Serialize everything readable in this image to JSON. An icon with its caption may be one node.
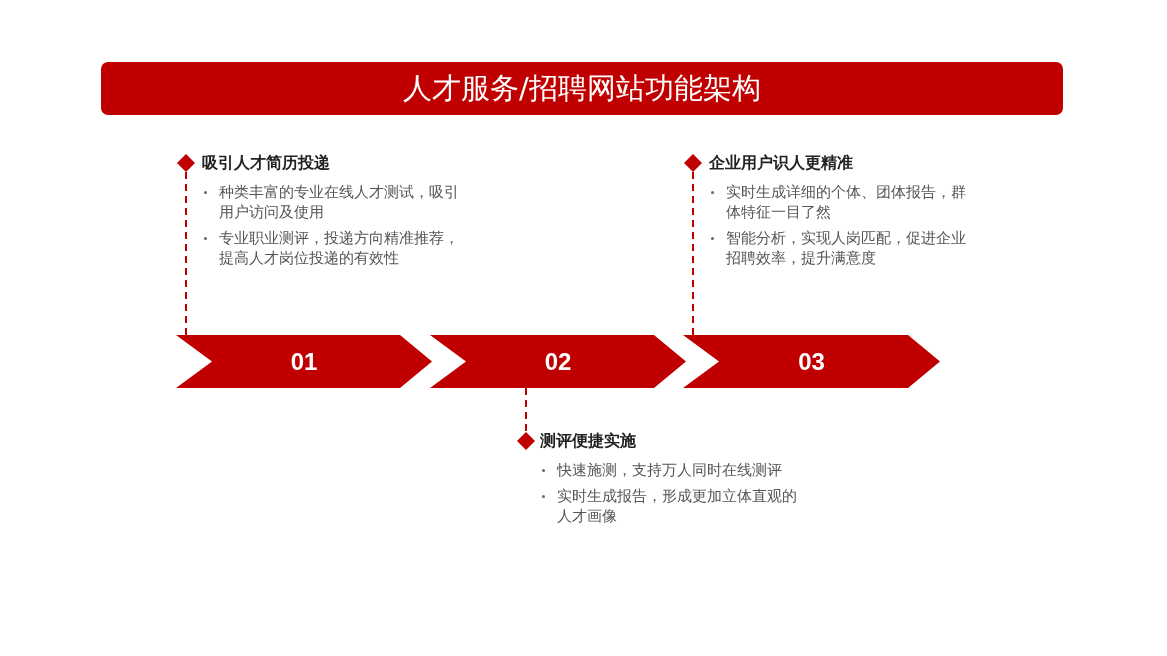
{
  "diagram": {
    "title": "人才服务/招聘网站功能架构",
    "nodes": [
      {
        "text": [
          "吸引人才简历投递",
          "种类丰富的专业在线人才测试，吸引用户访问及使用",
          "专业职业测评，投递方向精准推荐，提高人才岗位投递的有效性"
        ]
      },
      {
        "text": [
          "企业用户识人更精准",
          "实时生成详细的个体、团体报告，群体特征一目了然",
          "智能分析，实现人岗匹配，促进企业招聘效率，提升满意度"
        ]
      },
      {
        "text": [
          "01"
        ]
      },
      {
        "text": [
          "02"
        ]
      },
      {
        "text": [
          "03"
        ]
      },
      {
        "text": [
          "测评便捷实施",
          "快速施测，支持万人同时在线测评",
          "实时生成报告，形成更加立体直观的人才画像"
        ]
      }
    ],
    "edges": [
      {
        "from": 2,
        "to": 0,
        "arrow": "other",
        "style": "dashed"
      },
      {
        "from": 4,
        "to": 1,
        "arrow": "other",
        "style": "dashed"
      },
      {
        "from": 3,
        "to": 5,
        "arrow": "other",
        "style": "dashed"
      }
    ]
  }
}
